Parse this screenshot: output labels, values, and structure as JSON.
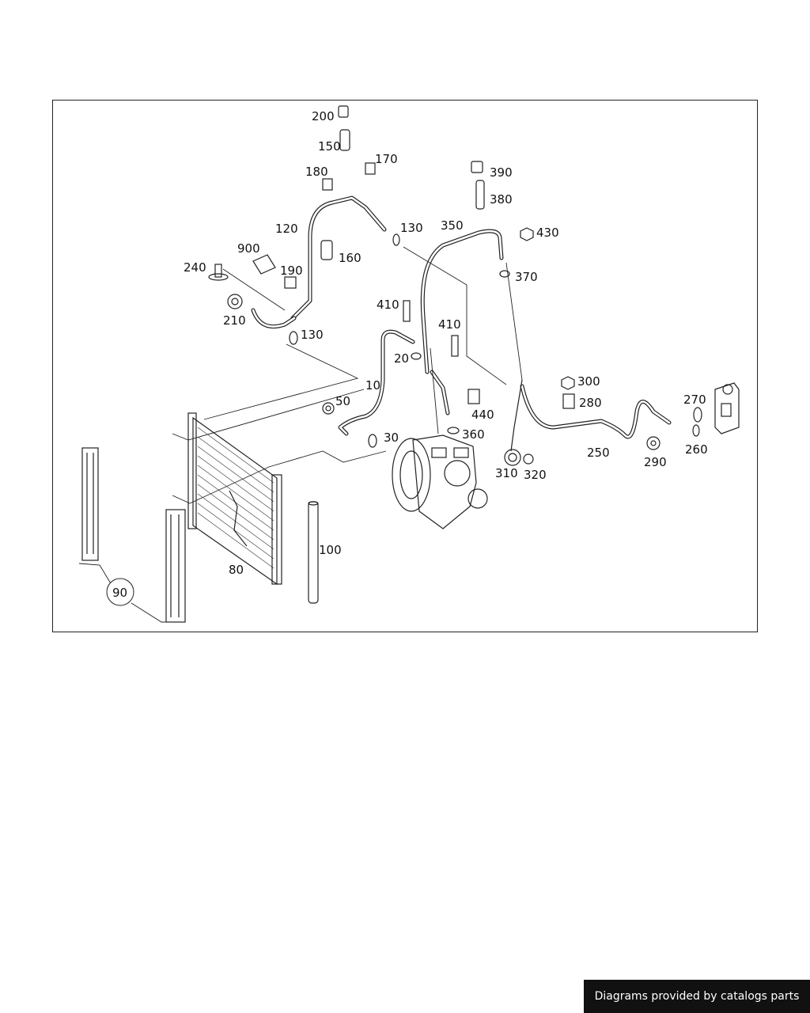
{
  "footer": {
    "credit": "Diagrams provided by catalogs parts"
  },
  "callouts": {
    "c10": "10",
    "c20": "20",
    "c30": "30",
    "c50": "50",
    "c80": "80",
    "c90": "90",
    "c100": "100",
    "c120": "120",
    "c130a": "130",
    "c130b": "130",
    "c150": "150",
    "c160": "160",
    "c170": "170",
    "c180": "180",
    "c190": "190",
    "c200": "200",
    "c210": "210",
    "c240": "240",
    "c250": "250",
    "c260": "260",
    "c270": "270",
    "c280": "280",
    "c290": "290",
    "c300": "300",
    "c310": "310",
    "c320": "320",
    "c350": "350",
    "c360": "360",
    "c370": "370",
    "c380": "380",
    "c390": "390",
    "c410a": "410",
    "c410b": "410",
    "c430": "430",
    "c440": "440",
    "c900": "900"
  }
}
